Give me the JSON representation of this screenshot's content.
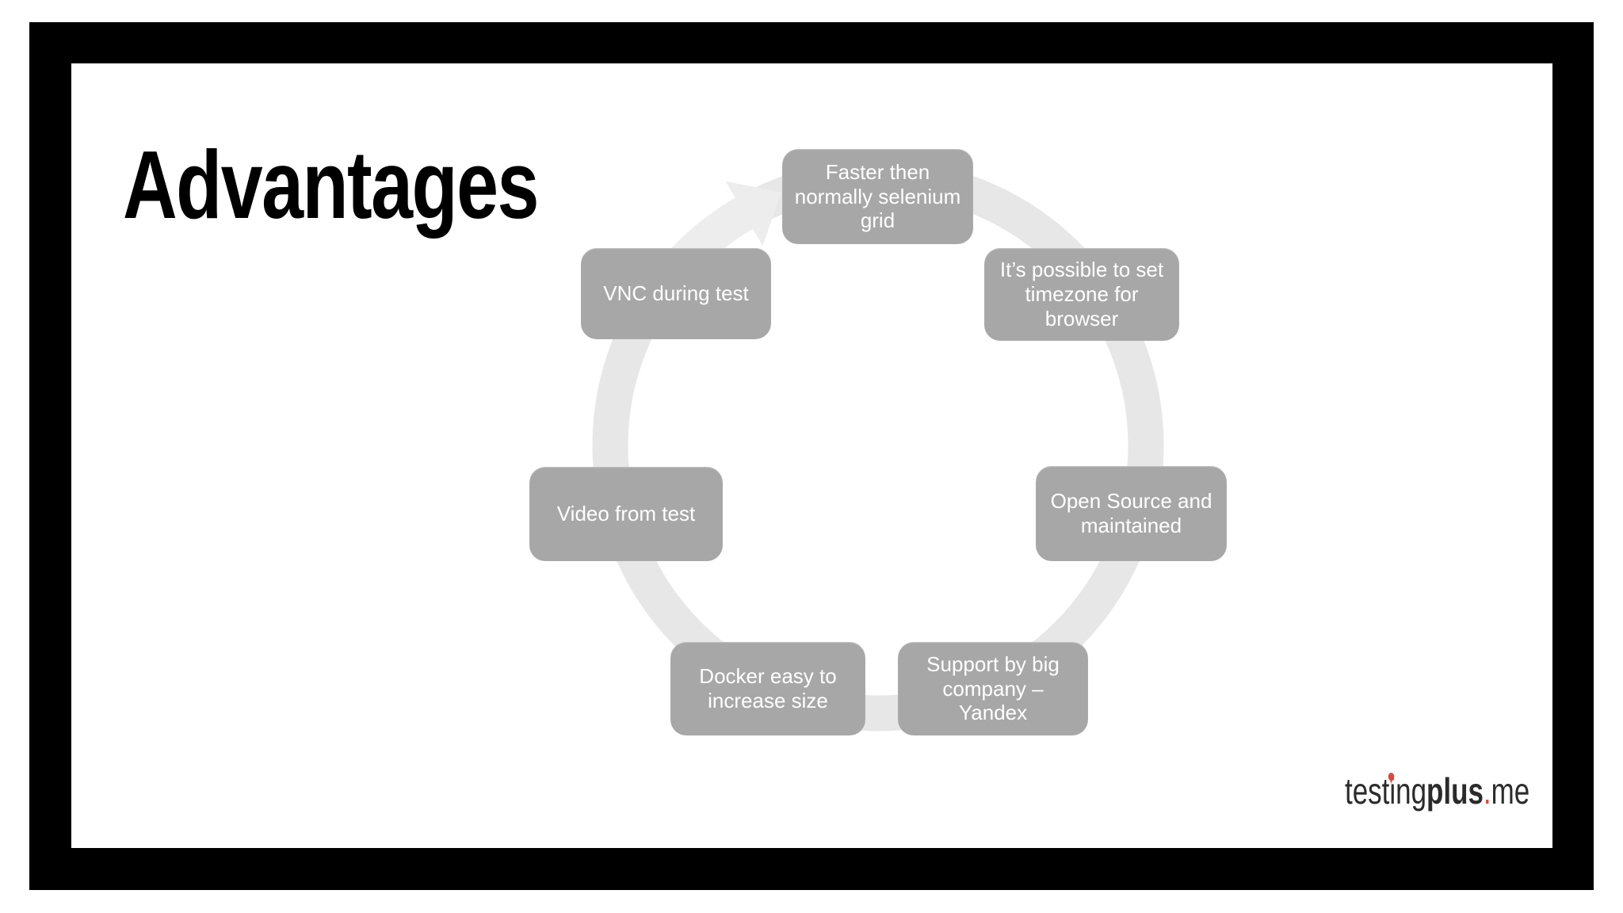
{
  "slide": {
    "title": "Advantages",
    "cycle_items": [
      {
        "id": "faster",
        "label": "Faster then normally selenium grid"
      },
      {
        "id": "timezone",
        "label": "It’s possible to set timezone for browser"
      },
      {
        "id": "open-source",
        "label": "Open Source and maintained"
      },
      {
        "id": "support",
        "label": "Support by big company – Yandex"
      },
      {
        "id": "docker",
        "label": "Docker easy to increase size"
      },
      {
        "id": "video",
        "label": "Video from test"
      },
      {
        "id": "vnc",
        "label": "VNC during test"
      }
    ],
    "logo": {
      "word_a": "test",
      "word_b": "ing",
      "word_bold": "plus",
      "dot": ".",
      "tld": "me"
    },
    "colors": {
      "frame": "#000000",
      "slide_bg": "#ffffff",
      "node_fill": "#a7a7a7",
      "node_text": "#ffffff",
      "ring": "#e7e7e7",
      "arrow": "#ededed",
      "accent_red": "#e0473c",
      "title_text": "#000000",
      "logo_text": "#2b2b2b"
    }
  }
}
